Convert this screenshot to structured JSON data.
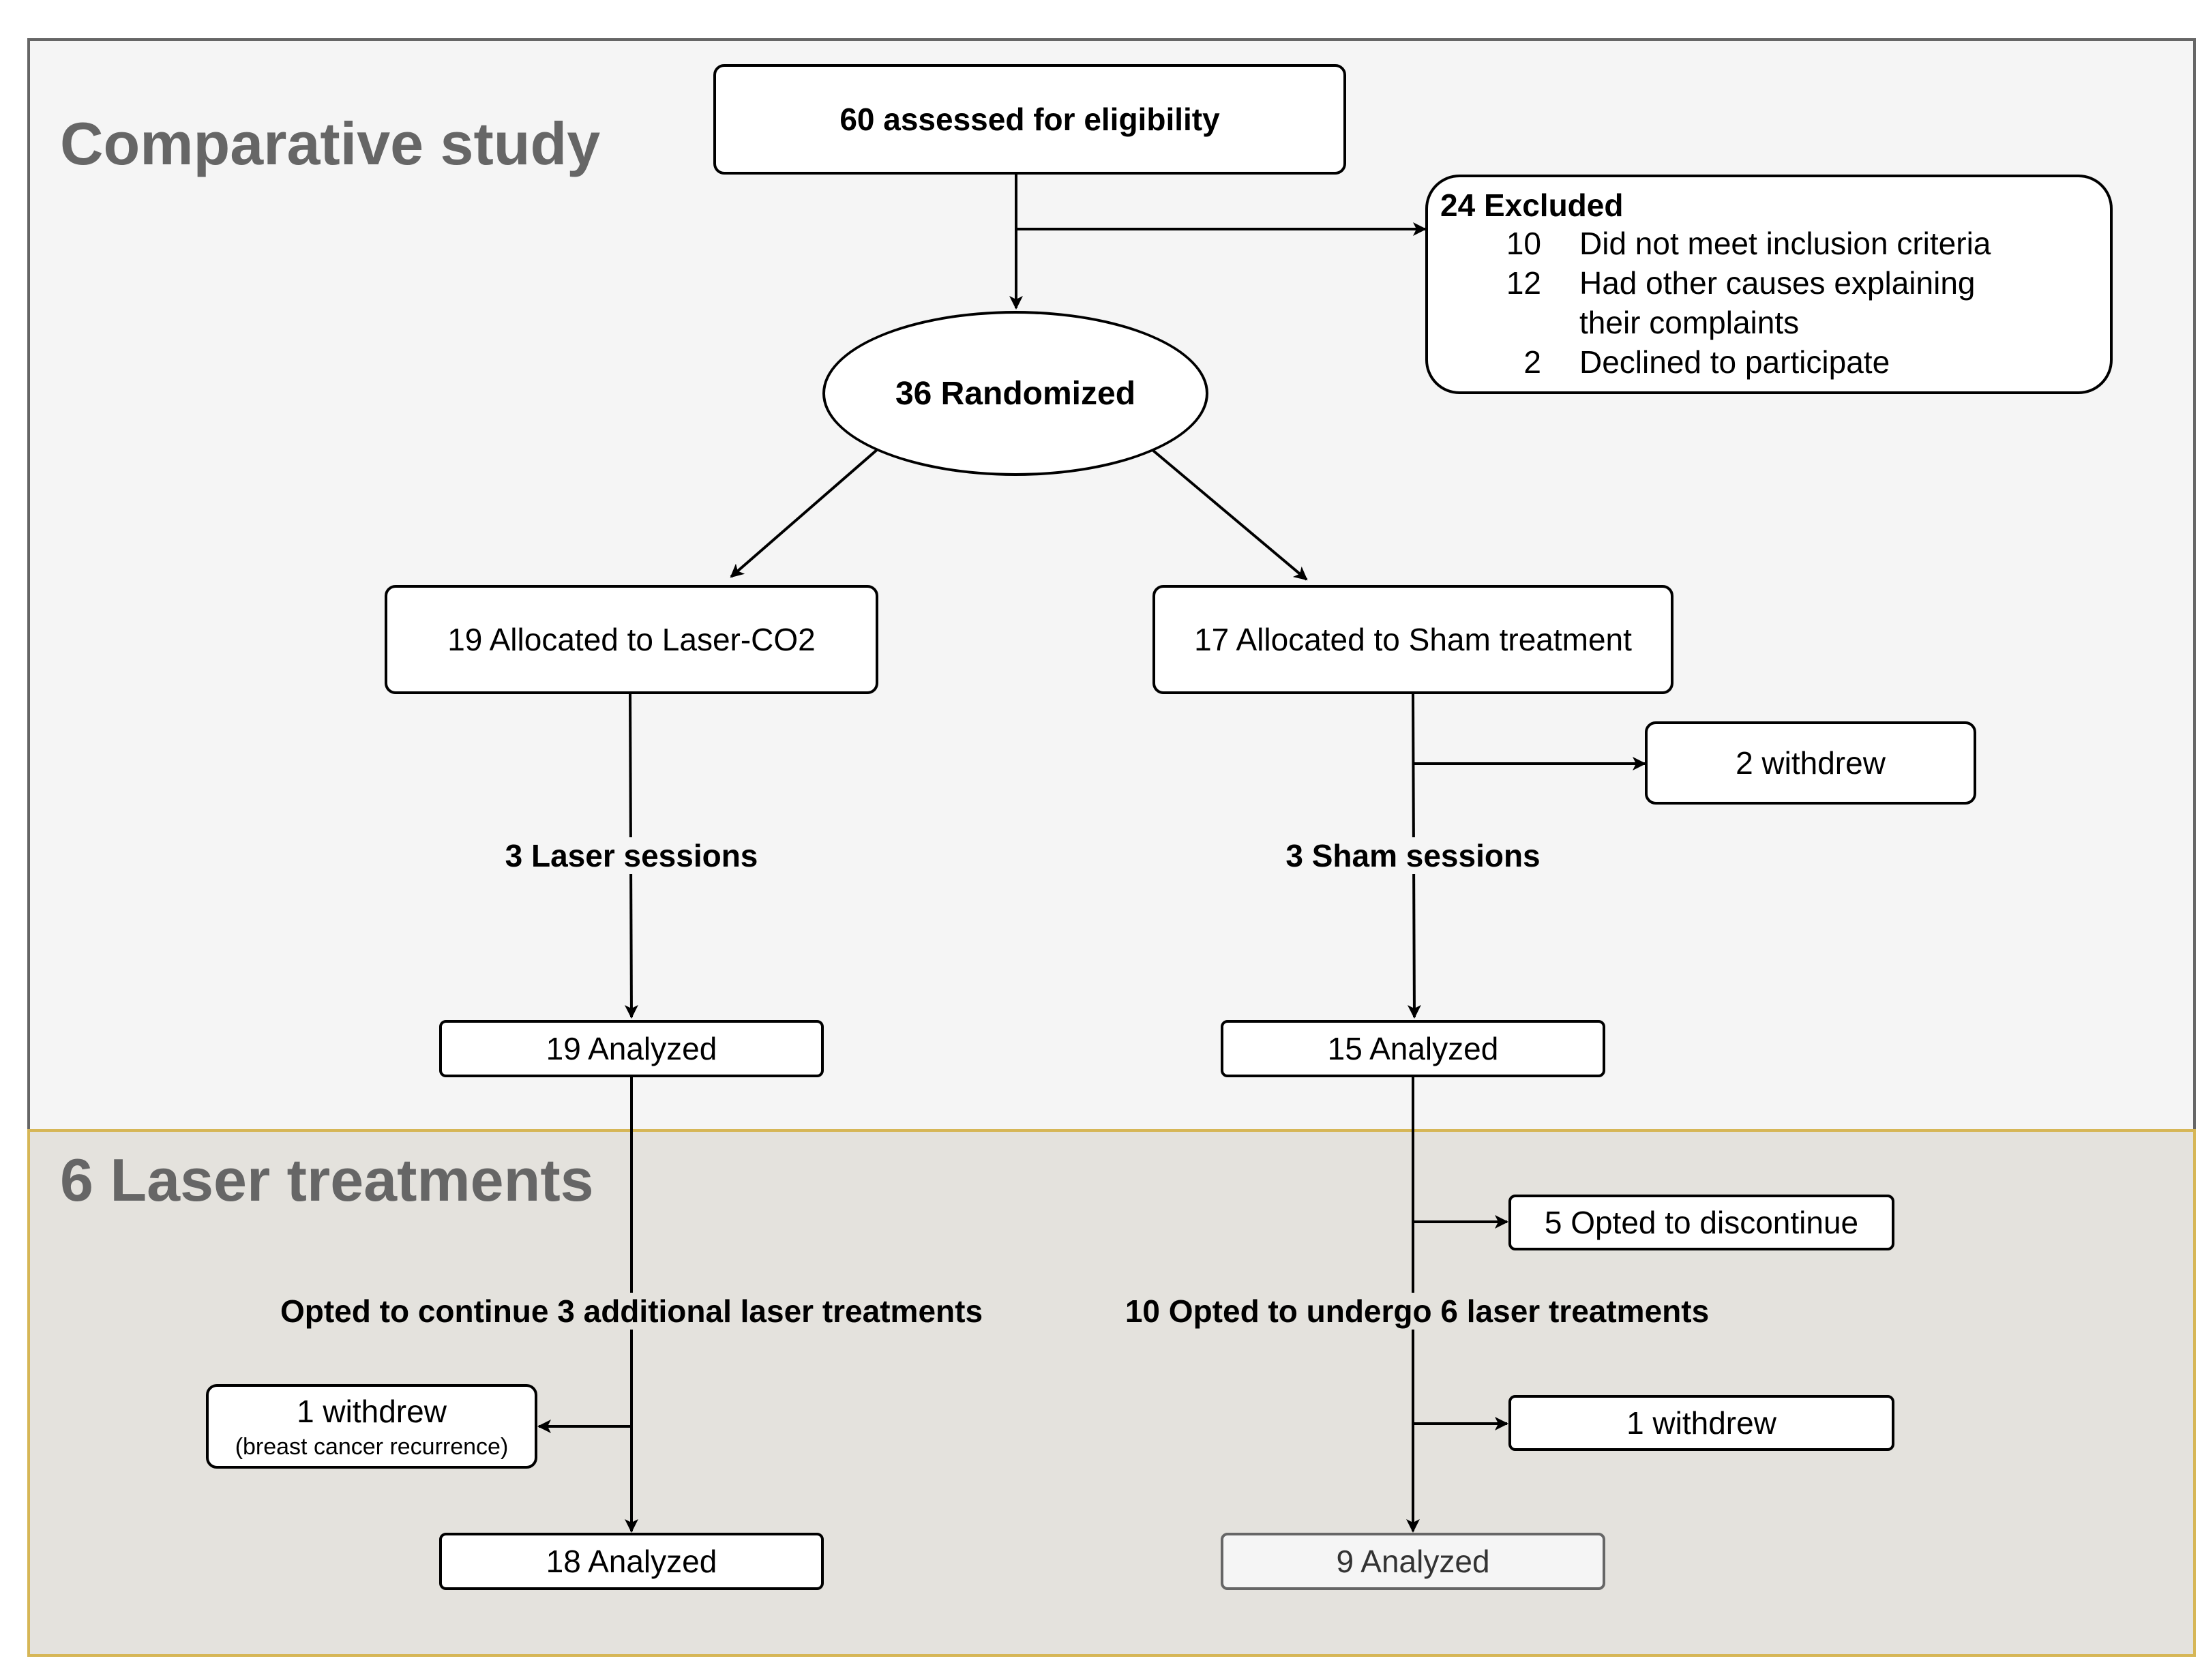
{
  "sections": {
    "comparative_title": "Comparative study",
    "laser_title": "6 Laser treatments"
  },
  "nodes": {
    "assessed": "60 assessed for eligibility",
    "randomized": "36 Randomized",
    "excluded": {
      "title": "24 Excluded",
      "rows": [
        {
          "num": "10",
          "text": "Did not meet inclusion criteria"
        },
        {
          "num": "12",
          "text": "Had other causes explaining"
        },
        {
          "num": "",
          "text": "their complaints"
        },
        {
          "num": "2",
          "text": "Declined to participate"
        }
      ]
    },
    "laser_alloc": "19 Allocated to Laser-CO2",
    "sham_alloc": "17 Allocated to Sham treatment",
    "sham_withdrew": "2 withdrew",
    "laser_analyzed_1": "19 Analyzed",
    "sham_analyzed_1": "15 Analyzed",
    "discontinue": "5 Opted to discontinue",
    "laser_withdrew_2": {
      "main": "1 withdrew",
      "sub": "(breast cancer recurrence)"
    },
    "sham_withdrew_2": "1 withdrew",
    "laser_analyzed_2": "18 Analyzed",
    "sham_analyzed_2": "9 Analyzed"
  },
  "edge_labels": {
    "laser_sessions": "3 Laser sessions",
    "sham_sessions": "3 Sham sessions",
    "continue_laser": "Opted to continue 3 additional laser treatments",
    "undergo_laser": "10 Opted to undergo 6 laser treatments"
  },
  "colors": {
    "top_region_fill": "#f5f5f5",
    "top_region_border": "#666666",
    "bottom_region_fill": "#e4e2dd",
    "bottom_region_border": "#d6b656",
    "title_text": "#666666"
  }
}
